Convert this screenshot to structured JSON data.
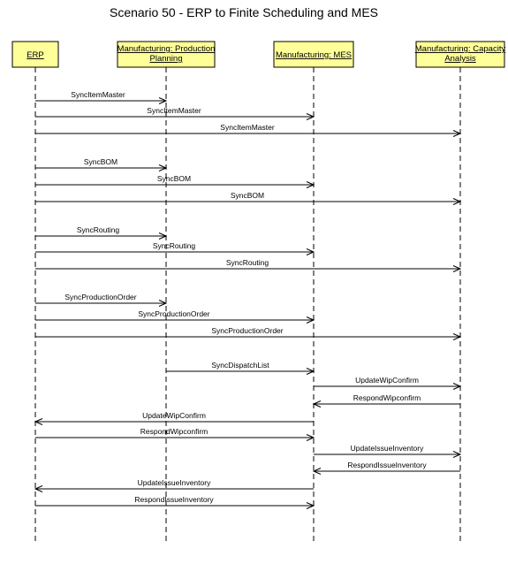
{
  "diagram": {
    "title": "Scenario 50 - ERP to Finite Scheduling and MES",
    "participants": [
      {
        "id": "erp",
        "lines": [
          "ERP"
        ]
      },
      {
        "id": "pp",
        "lines": [
          "Manufacturing: Production",
          "Planning"
        ]
      },
      {
        "id": "mes",
        "lines": [
          "Manufacturing:  MES"
        ]
      },
      {
        "id": "ca",
        "lines": [
          "Manufacturing: Capacity",
          "Analysis"
        ]
      }
    ],
    "messages": [
      {
        "from": "erp",
        "to": "pp",
        "label": "SyncItemMaster"
      },
      {
        "from": "erp",
        "to": "mes",
        "label": "SyncItemMaster"
      },
      {
        "from": "erp",
        "to": "ca",
        "label": "SyncItemMaster"
      },
      {
        "from": "erp",
        "to": "pp",
        "label": "SyncBOM"
      },
      {
        "from": "erp",
        "to": "mes",
        "label": "SyncBOM"
      },
      {
        "from": "erp",
        "to": "ca",
        "label": "SyncBOM"
      },
      {
        "from": "erp",
        "to": "pp",
        "label": "SyncRouting"
      },
      {
        "from": "erp",
        "to": "mes",
        "label": "SyncRouting"
      },
      {
        "from": "erp",
        "to": "ca",
        "label": "SyncRouting"
      },
      {
        "from": "erp",
        "to": "pp",
        "label": "SyncProductionOrder"
      },
      {
        "from": "erp",
        "to": "mes",
        "label": "SyncProductionOrder"
      },
      {
        "from": "erp",
        "to": "ca",
        "label": "SyncProductionOrder"
      },
      {
        "from": "pp",
        "to": "mes",
        "label": "SyncDispatchList"
      },
      {
        "from": "mes",
        "to": "ca",
        "label": "UpdateWipConfirm"
      },
      {
        "from": "ca",
        "to": "mes",
        "label": "RespondWipconfirm"
      },
      {
        "from": "mes",
        "to": "erp",
        "label": "UpdateWipConfirm"
      },
      {
        "from": "erp",
        "to": "mes",
        "label": "RespondWipconfirm"
      },
      {
        "from": "mes",
        "to": "ca",
        "label": "UpdateIssueInventory"
      },
      {
        "from": "ca",
        "to": "mes",
        "label": "RespondIssueInventory"
      },
      {
        "from": "mes",
        "to": "erp",
        "label": "UpdateIssueInventory"
      },
      {
        "from": "erp",
        "to": "mes",
        "label": "RespondIssueInventory"
      }
    ]
  }
}
